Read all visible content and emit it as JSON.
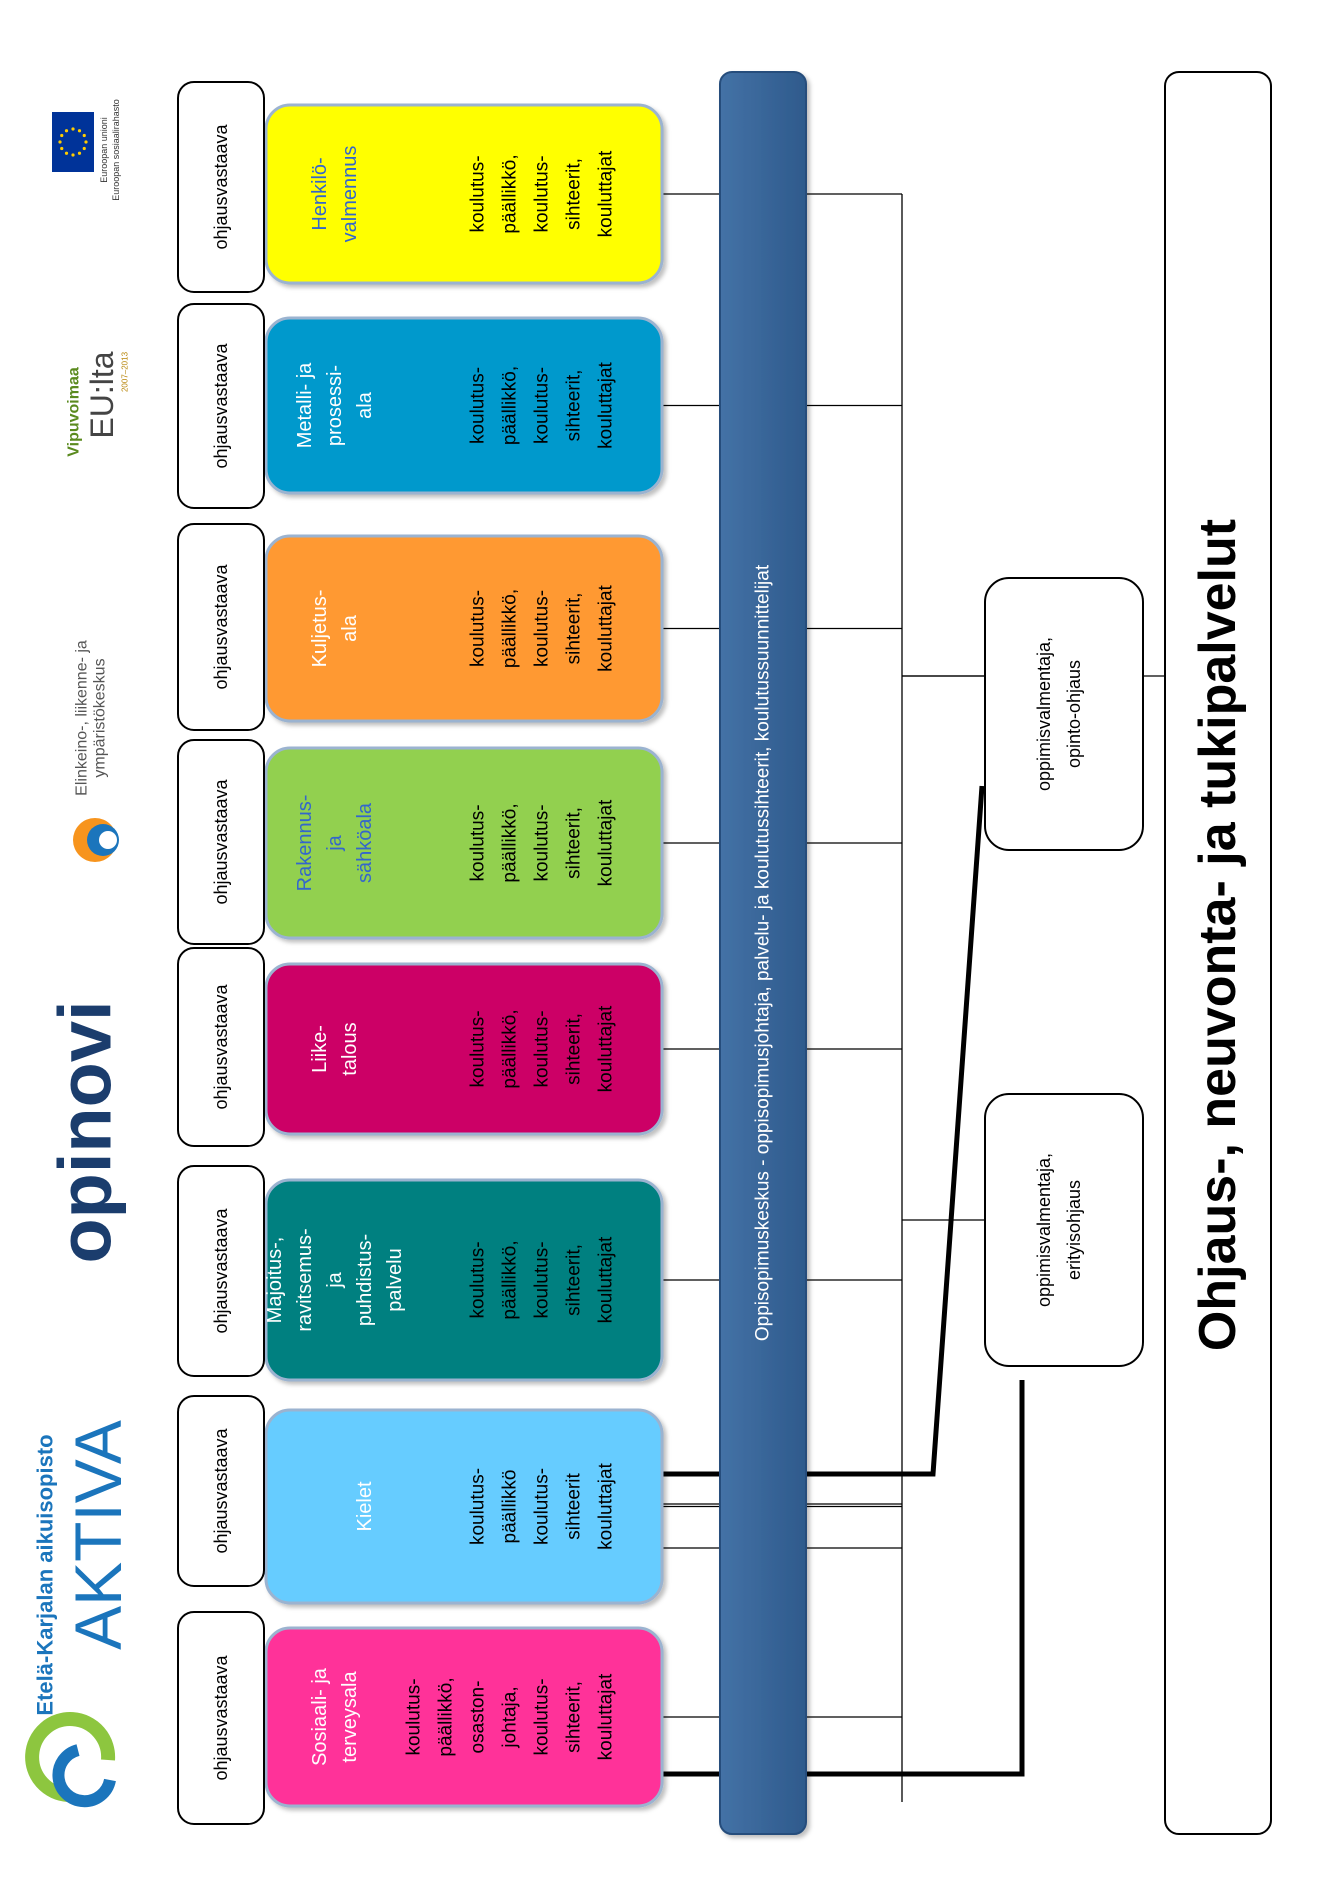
{
  "title": "Ohjaus-, neuvonta- ja tukipalvelut",
  "central_bar": "Oppisopimuskeskus - oppisopimusjohtaja, palvelu- ja koulutussihteerit, koulutussuunnittelijat",
  "ohjausvastaava_label": "ohjausvastaava",
  "programs": [
    {
      "name_lines": [
        "Sosiaali- ja",
        "terveysala"
      ],
      "staff_lines": [
        "koulutus-",
        "päällikkö,",
        "osaston-",
        "johtaja,",
        "koulutus-",
        "sihteerit,",
        "kouluttajat"
      ],
      "color": "#FF3399",
      "name_color": "#FFFFFF",
      "staff_color": "#000000"
    },
    {
      "name_lines": [
        "Kielet"
      ],
      "staff_lines": [
        "koulutus-",
        "päällikkö",
        "koulutus-",
        "sihteerit",
        "kouluttajat"
      ],
      "color": "#66CCFF",
      "name_color": "#FFFFFF",
      "staff_color": "#000000"
    },
    {
      "name_lines": [
        "Majoitus-,",
        "ravitsemus-",
        "ja",
        "puhdistus-",
        "palvelu"
      ],
      "staff_lines": [
        "koulutus-",
        "päällikkö,",
        "koulutus-",
        "sihteerit,",
        "kouluttajat"
      ],
      "color": "#008080",
      "name_color": "#FFFFFF",
      "staff_color": "#000000"
    },
    {
      "name_lines": [
        "Liike-",
        "talous"
      ],
      "staff_lines": [
        "koulutus-",
        "päällikkö,",
        "koulutus-",
        "sihteerit,",
        "kouluttajat"
      ],
      "color": "#CC0066",
      "name_color": "#FFFFFF",
      "staff_color": "#000000"
    },
    {
      "name_lines": [
        "Rakennus-",
        "ja",
        "sähköala"
      ],
      "staff_lines": [
        "koulutus-",
        "päällikkö,",
        "koulutus-",
        "sihteerit,",
        "kouluttajat"
      ],
      "color": "#92D050",
      "name_color": "#3366CC",
      "staff_color": "#000000"
    },
    {
      "name_lines": [
        "Kuljetus-",
        "ala"
      ],
      "staff_lines": [
        "koulutus-",
        "päällikkö,",
        "koulutus-",
        "sihteerit,",
        "kouluttajat"
      ],
      "color": "#FF9933",
      "name_color": "#FFFFFF",
      "staff_color": "#000000"
    },
    {
      "name_lines": [
        "Metalli- ja",
        "prosessi-",
        "ala"
      ],
      "staff_lines": [
        "koulutus-",
        "päällikkö,",
        "koulutus-",
        "sihteerit,",
        "kouluttajat"
      ],
      "color": "#0099CC",
      "name_color": "#FFFFFF",
      "staff_color": "#000000"
    },
    {
      "name_lines": [
        "Henkilö-",
        "valmennus"
      ],
      "staff_lines": [
        "koulutus-",
        "päällikkö,",
        "koulutus-",
        "sihteerit,",
        "kouluttajat"
      ],
      "color": "#FFFF00",
      "name_color": "#3366CC",
      "staff_color": "#000000"
    }
  ],
  "support_boxes": [
    {
      "lines": [
        "oppimisvalmentaja,",
        "erityisohjaus"
      ]
    },
    {
      "lines": [
        "oppimisvalmentaja,",
        "opinto-ohjaus"
      ]
    }
  ],
  "logos": {
    "aktiva": {
      "line1": "Etelä-Karjalan aikuisopisto",
      "line2": "AKTIVA",
      "color_green": "#8DC63F",
      "color_blue": "#1B75BC"
    },
    "opinovi": {
      "text": "opinovi",
      "color": "#1B3D6D"
    },
    "ely": {
      "line1": "Elinkeino-, liikenne- ja",
      "line2": "ympäristökeskus"
    },
    "vipuvoimaa": {
      "line1": "Vipuvoimaa",
      "line2": "EU:lta",
      "line3": "2007–2013"
    },
    "eu": {
      "line1": "Euroopan unioni",
      "line2": "Euroopan sosiaalirahasto",
      "flag_color": "#003399",
      "star_color": "#FFCC00"
    }
  }
}
